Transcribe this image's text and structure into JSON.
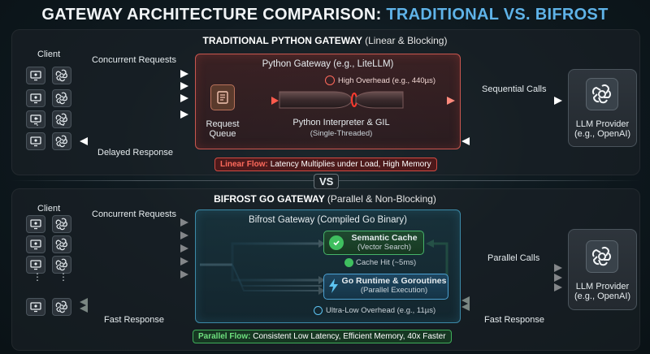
{
  "title": {
    "part1": "GATEWAY ARCHITECTURE COMPARISON:",
    "part2": "TRADITIONAL VS. BIFROST"
  },
  "traditional": {
    "section_title": "TRADITIONAL PYTHON GATEWAY",
    "section_sub": "(Linear & Blocking)",
    "client_label": "Client",
    "concurrent_label": "Concurrent Requests",
    "gateway_title": "Python Gateway (e.g., LiteLLM)",
    "overhead": "High Overhead (e.g., 440µs)",
    "queue_label_1": "Request",
    "queue_label_2": "Queue",
    "interpreter_1": "Python Interpreter & GIL",
    "interpreter_2": "(Single-Threaded)",
    "sequential_label": "Sequential Calls",
    "delayed_label": "Delayed Response",
    "llm_1": "LLM Provider",
    "llm_2": "(e.g., OpenAI)",
    "flow_bold": "Linear Flow:",
    "flow_text": "Latency Multiplies under Load, High Memory",
    "ellipsis": "⋮"
  },
  "vs": "VS",
  "bifrost": {
    "section_title": "BIFROST GO GATEWAY",
    "section_sub": "(Parallel & Non-Blocking)",
    "client_label": "Client",
    "concurrent_label": "Concurrent Requests",
    "gateway_title": "Bifrost Gateway (Compiled Go Binary)",
    "semantic_1": "Semantic Cache",
    "semantic_2": "(Vector Search)",
    "cache_hit": "Cache Hit (~5ms)",
    "go_1": "Go Runtime & Goroutines",
    "go_2": "(Parallel Execution)",
    "overhead": "Ultra-Low Overhead (e.g., 11µs)",
    "parallel_label": "Parallel Calls",
    "fast_left": "Fast Response",
    "fast_right": "Fast Response",
    "llm_1": "LLM Provider",
    "llm_2": "(e.g., OpenAI)",
    "flow_bold": "Parallel Flow:",
    "flow_text": "Consistent Low Latency, Efficient Memory, 40x Faster",
    "ellipsis": "⋮"
  },
  "icons": [
    "monitor-icon",
    "openai-icon",
    "clock-icon",
    "request-queue-icon",
    "check-icon",
    "lightning-icon"
  ],
  "colors": {
    "accent_blue": "#5fb3e8",
    "red": "#d24b43",
    "green": "#3fae5a",
    "teal": "#3c8aa8"
  }
}
